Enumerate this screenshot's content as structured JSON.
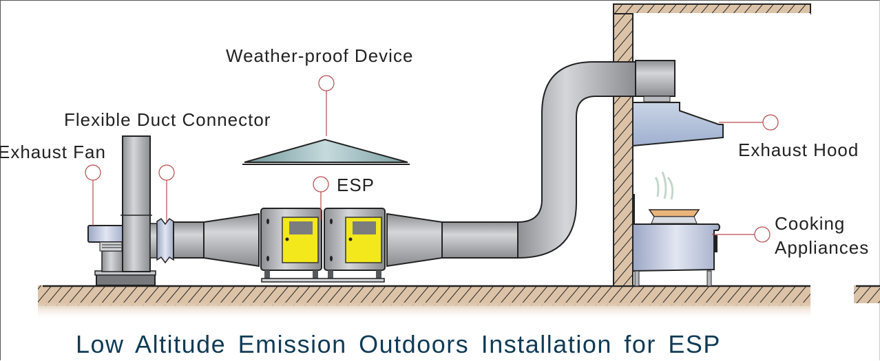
{
  "diagram": {
    "title": "Low Altitude Emission Outdoors Installation for ESP",
    "labels": {
      "weather_proof": "Weather-proof Device",
      "flexible_duct": "Flexible Duct Connector",
      "exhaust_fan": "Exhaust Fan",
      "esp": "ESP",
      "exhaust_hood": "Exhaust Hood",
      "cooking_line1": "Cooking",
      "cooking_line2": "Appliances"
    },
    "colors": {
      "title": "#103a55",
      "callout": "#b84a4a",
      "ground": "#d9bfa6",
      "metal": "#a9abae",
      "esp_door": "#f2e81c",
      "hood": "#b8c6dc",
      "roof": "#8fb0b3"
    }
  }
}
